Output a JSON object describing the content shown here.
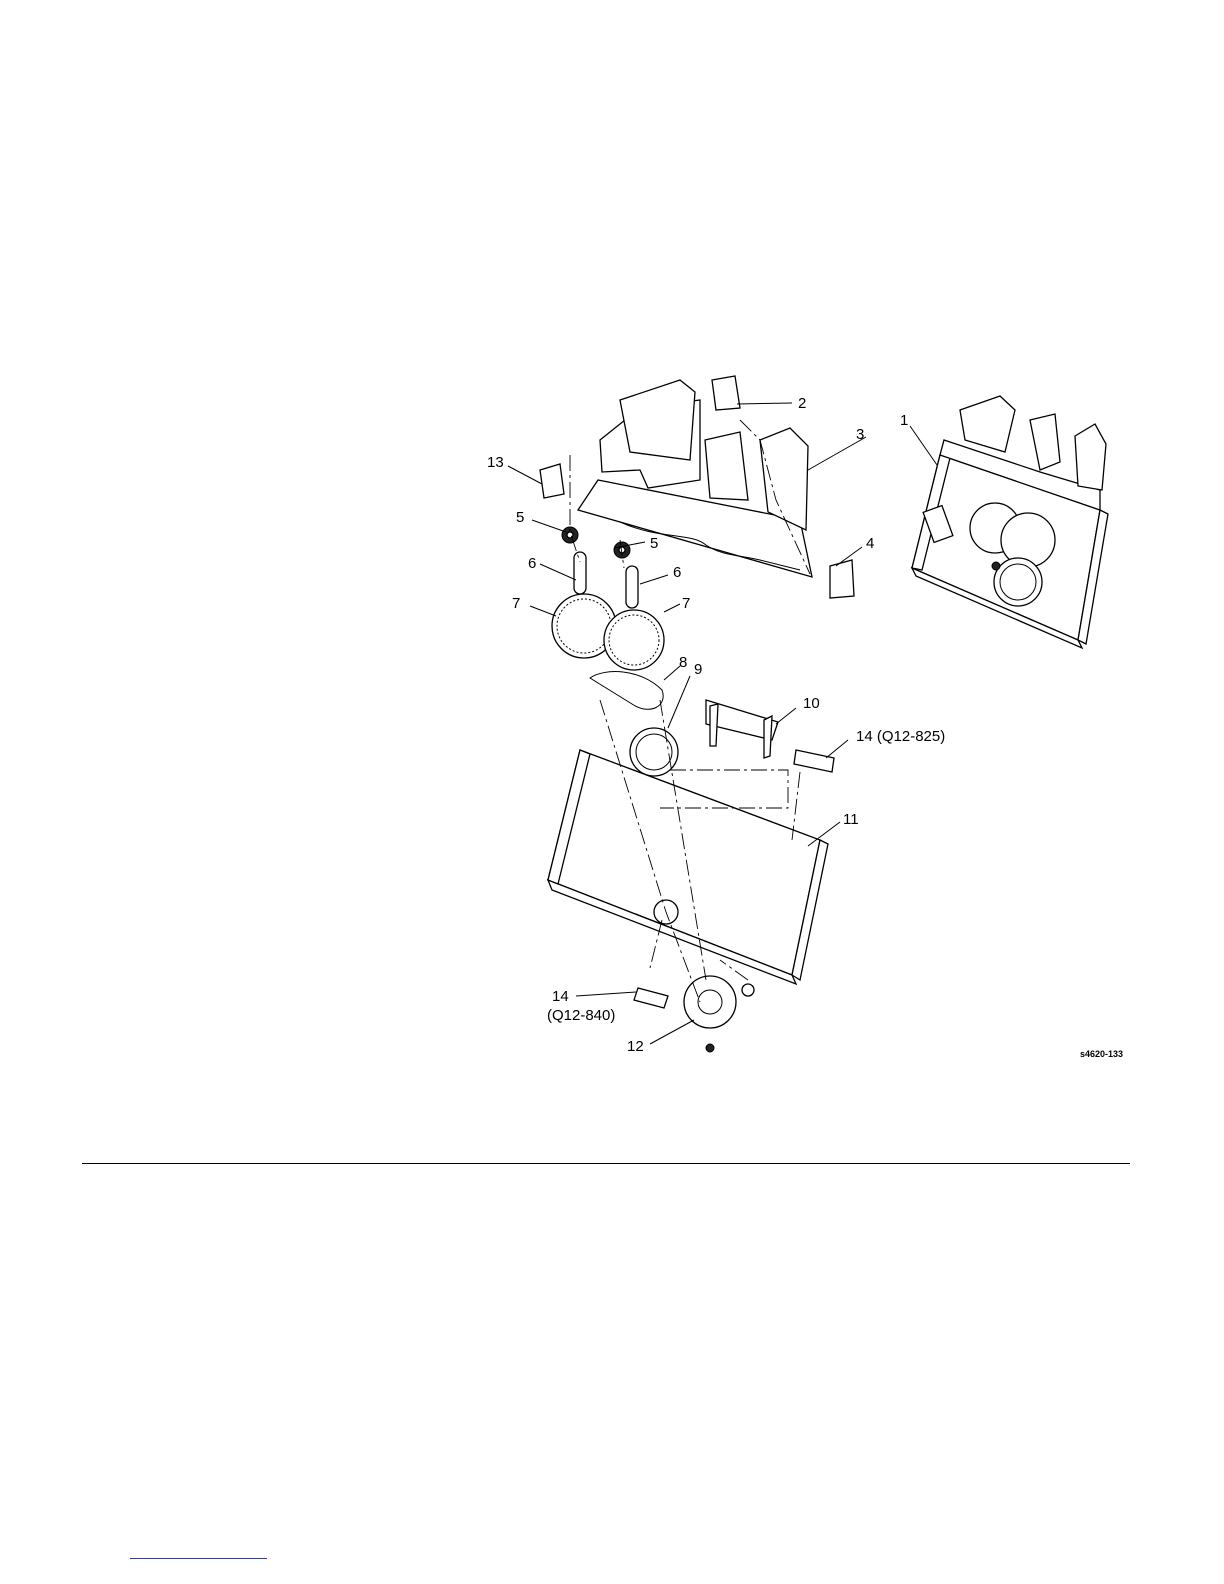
{
  "figure": {
    "id": "s4620-133",
    "callouts": [
      {
        "key": "c1",
        "label": "1"
      },
      {
        "key": "c2",
        "label": "2"
      },
      {
        "key": "c3",
        "label": "3"
      },
      {
        "key": "c4",
        "label": "4"
      },
      {
        "key": "c5a",
        "label": "5"
      },
      {
        "key": "c5b",
        "label": "5"
      },
      {
        "key": "c6a",
        "label": "6"
      },
      {
        "key": "c6b",
        "label": "6"
      },
      {
        "key": "c7a",
        "label": "7"
      },
      {
        "key": "c7b",
        "label": "7"
      },
      {
        "key": "c8",
        "label": "8"
      },
      {
        "key": "c9",
        "label": "9"
      },
      {
        "key": "c10",
        "label": "10"
      },
      {
        "key": "c11",
        "label": "11"
      },
      {
        "key": "c12",
        "label": "12"
      },
      {
        "key": "c13",
        "label": "13"
      },
      {
        "key": "c14a",
        "label": "14 (Q12-825)"
      },
      {
        "key": "c14b",
        "label": "14"
      },
      {
        "key": "c14b_ref",
        "label": "(Q12-840)"
      }
    ]
  }
}
